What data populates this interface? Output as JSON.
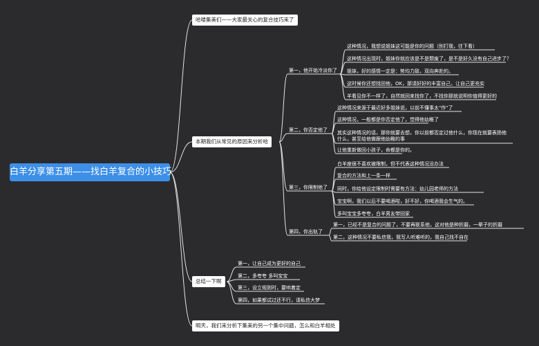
{
  "root": "白羊分享第五期——找白羊复合的小技巧",
  "branches": {
    "intro": "哈喽集美们——大家最关心的复合技巧来了",
    "reasons": "本期我们从常见的原因来分析哈",
    "summary": "总结一下啊",
    "next": "明天，我们来分析下集美的另一个集中问题，怎么和白羊相处"
  },
  "reasons": [
    {
      "label": "第一，他开始冷淡你了",
      "items": [
        "这种情况，我想说姐妹这可能是你的问题（别打我，往下看）",
        "这种情况出现时，姐妹你就应该是不是颓废了，是不是好久没有自己进步了？",
        "姐妹，好的感情一定是：势均力敌，双向奔赴的。",
        "这时候你还想找回他，OK，那请好好的丰富自己，让自己更充实",
        "羊看见你不一样了，自然就回来找你了，不找你那就说明你值得更好的"
      ]
    },
    {
      "label": "第二，你否定他了",
      "items": [
        "这种情况来源于最近好多姐妹说，以前不懂事太\"作\"了",
        "这种情况，一般都是你否定他了，觉得他幼稚了",
        "其实这种情况的话，那你就要去想，你以前都否定过他什么，你现在就要表扬他什么，甚至给他做跟他幼稚的事",
        "让他重新做回小孩子，命都是你的。"
      ]
    },
    {
      "label": "第三，你限制他了",
      "items": [
        "白羊座很不喜欢被限制，但不代表这种情况没办法",
        "复合的方法和上一条一样",
        "同时，你给他设定限制时需要有方法：幼儿园老师的方法",
        "宝宝啊，我们以后不要喝酒啦，好不好，你喝酒我会生气的。",
        "多叫宝宝多夸夸，白羊男友带回家"
      ]
    },
    {
      "label": "第四，你出轨了",
      "items": [
        "第一，已经不是复合的问题了，不要再联系他，这对他是种折磨，一辈子的折磨",
        "第二，这种情况不要私信我，我写人听难听的，我自己找不自在"
      ]
    }
  ],
  "summary_items": [
    "第一，让自己成为更好的自己",
    "第二，多夸夸 多叫宝宝",
    "第三，设立规则时，要哄着定",
    "第四，如果都试过还不行，请私信大梦"
  ]
}
